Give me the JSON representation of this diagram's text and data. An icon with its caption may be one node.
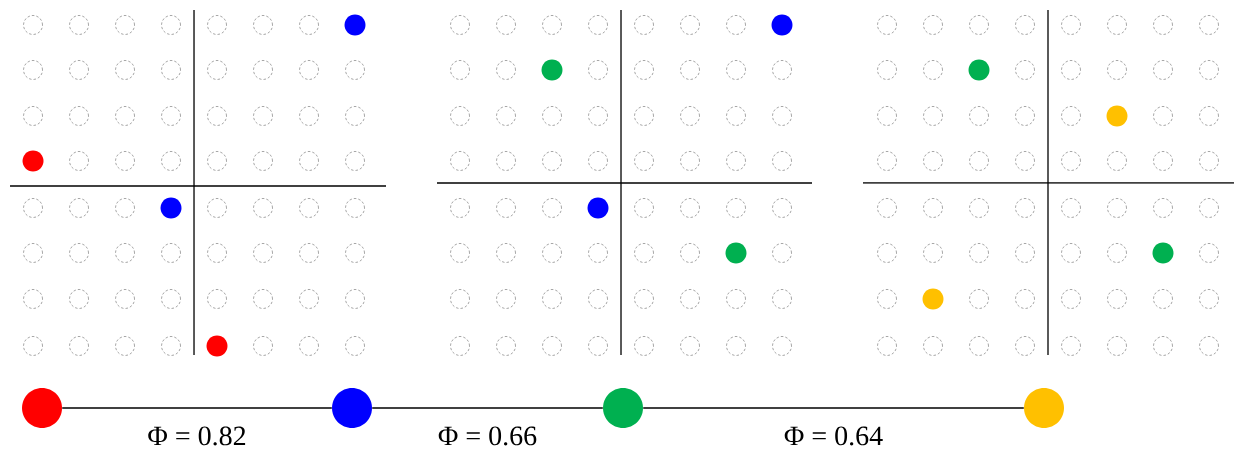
{
  "diagram": {
    "nodes": [
      {
        "text": [],
        "shape": "circle"
      },
      {
        "text": [],
        "shape": "circle"
      },
      {
        "text": [],
        "shape": "circle"
      },
      {
        "text": [],
        "shape": "circle"
      }
    ],
    "edges": [
      {
        "from": 0,
        "to": 1,
        "arrow": "none",
        "label": "Φ = 0.82"
      },
      {
        "from": 1,
        "to": 2,
        "arrow": "none",
        "label": "Φ = 0.66"
      },
      {
        "from": 2,
        "to": 3,
        "arrow": "none",
        "label": "Φ = 0.64"
      }
    ]
  }
}
